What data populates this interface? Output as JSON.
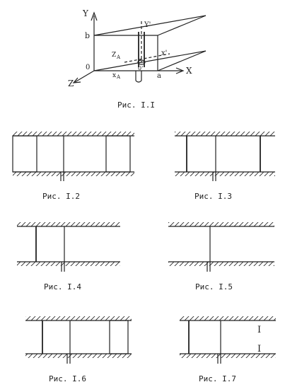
{
  "figure1": {
    "axis_y": "Y",
    "axis_y_prime": "Y'",
    "axis_x": "X",
    "axis_x_prime": "x'",
    "axis_z": "Z",
    "axis_z_prime": "Z",
    "subscript_A": "A",
    "label_b": "b",
    "label_zero": "0",
    "label_o_prime": "0'",
    "label_xA": "x",
    "label_a": "a",
    "caption": "Рис. I.I"
  },
  "captions": {
    "fig2": "Рис. I.2",
    "fig3": "Рис. I.3",
    "fig4": "Рис. I.4",
    "fig5": "Рис. I.5",
    "fig6": "Рис. I.6",
    "fig7": "Рис. I.7"
  },
  "figure7": {
    "marker_top": "I",
    "marker_bottom": "I"
  }
}
